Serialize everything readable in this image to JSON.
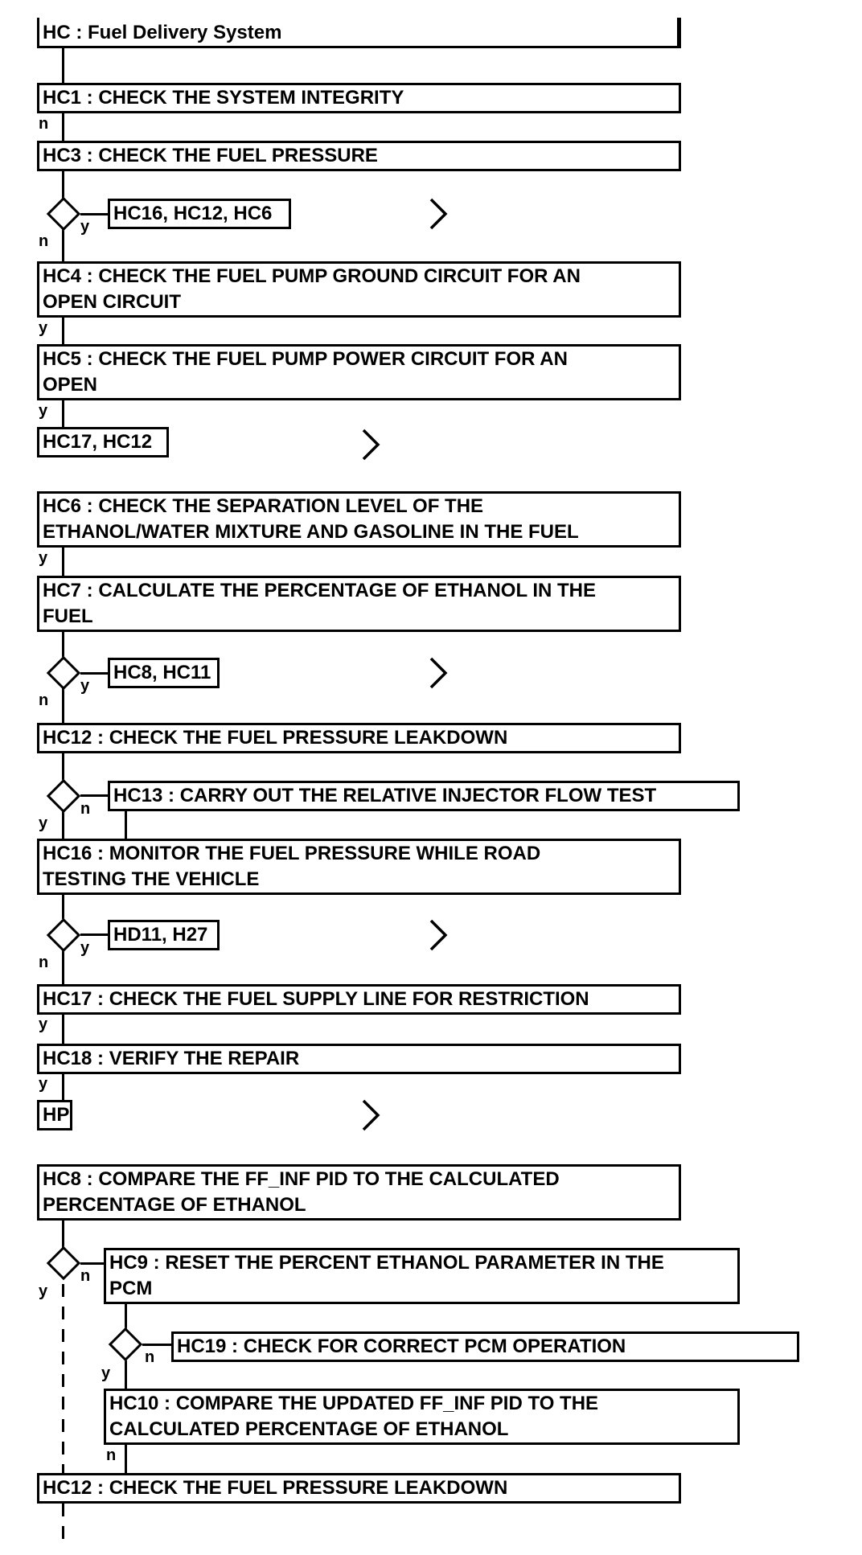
{
  "diagram": {
    "title": "HC : Fuel Delivery System",
    "yes_label": "y",
    "no_label": "n",
    "colors": {
      "line": "#000000",
      "background": "#ffffff"
    },
    "boxes": {
      "hc1": "HC1 : CHECK THE SYSTEM INTEGRITY",
      "hc3": "HC3 : CHECK THE FUEL PRESSURE",
      "ref1": "HC16, HC12, HC6",
      "hc4": "HC4 : CHECK THE FUEL PUMP GROUND CIRCUIT FOR AN\nOPEN CIRCUIT",
      "hc5": "HC5 : CHECK THE FUEL PUMP POWER CIRCUIT FOR AN\nOPEN",
      "ref2": "HC17, HC12",
      "hc6": "HC6 : CHECK THE SEPARATION LEVEL OF THE\nETHANOL/WATER MIXTURE AND GASOLINE IN THE FUEL",
      "hc7": "HC7 : CALCULATE THE PERCENTAGE OF ETHANOL IN THE\nFUEL",
      "ref3": "HC8, HC11",
      "hc12a": "HC12 : CHECK THE FUEL PRESSURE LEAKDOWN",
      "hc13": "HC13 : CARRY OUT THE RELATIVE INJECTOR FLOW TEST",
      "hc16": "HC16 : MONITOR THE FUEL PRESSURE WHILE ROAD\nTESTING THE VEHICLE",
      "ref4": "HD11, H27",
      "hc17": "HC17 : CHECK THE FUEL SUPPLY LINE FOR RESTRICTION",
      "hc18": "HC18 : VERIFY THE REPAIR",
      "ref5": "HP",
      "hc8": "HC8 : COMPARE THE FF_INF PID TO THE CALCULATED\nPERCENTAGE OF ETHANOL",
      "hc9": "HC9 : RESET THE PERCENT ETHANOL PARAMETER IN THE\nPCM",
      "hc19": "HC19 : CHECK FOR CORRECT PCM OPERATION",
      "hc10": "HC10 : COMPARE THE UPDATED FF_INF PID TO THE\nCALCULATED PERCENTAGE OF ETHANOL",
      "hc12b": "HC12 : CHECK THE FUEL PRESSURE LEAKDOWN"
    }
  }
}
